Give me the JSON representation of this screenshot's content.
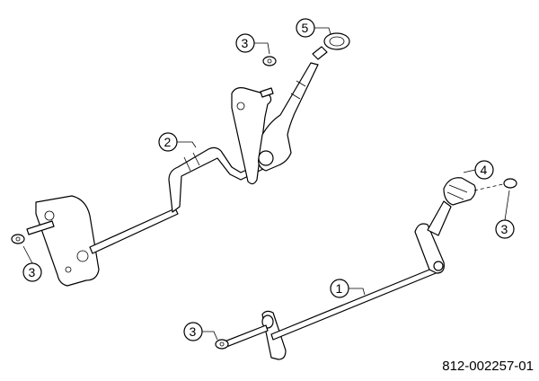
{
  "diagram": {
    "part_number": "812-002257-01",
    "callouts": [
      {
        "id": "callout-1",
        "label": "1"
      },
      {
        "id": "callout-2",
        "label": "2"
      },
      {
        "id": "callout-3a",
        "label": "3"
      },
      {
        "id": "callout-3b",
        "label": "3"
      },
      {
        "id": "callout-3c",
        "label": "3"
      },
      {
        "id": "callout-3d",
        "label": "3"
      },
      {
        "id": "callout-4",
        "label": "4"
      },
      {
        "id": "callout-5",
        "label": "5"
      }
    ]
  }
}
